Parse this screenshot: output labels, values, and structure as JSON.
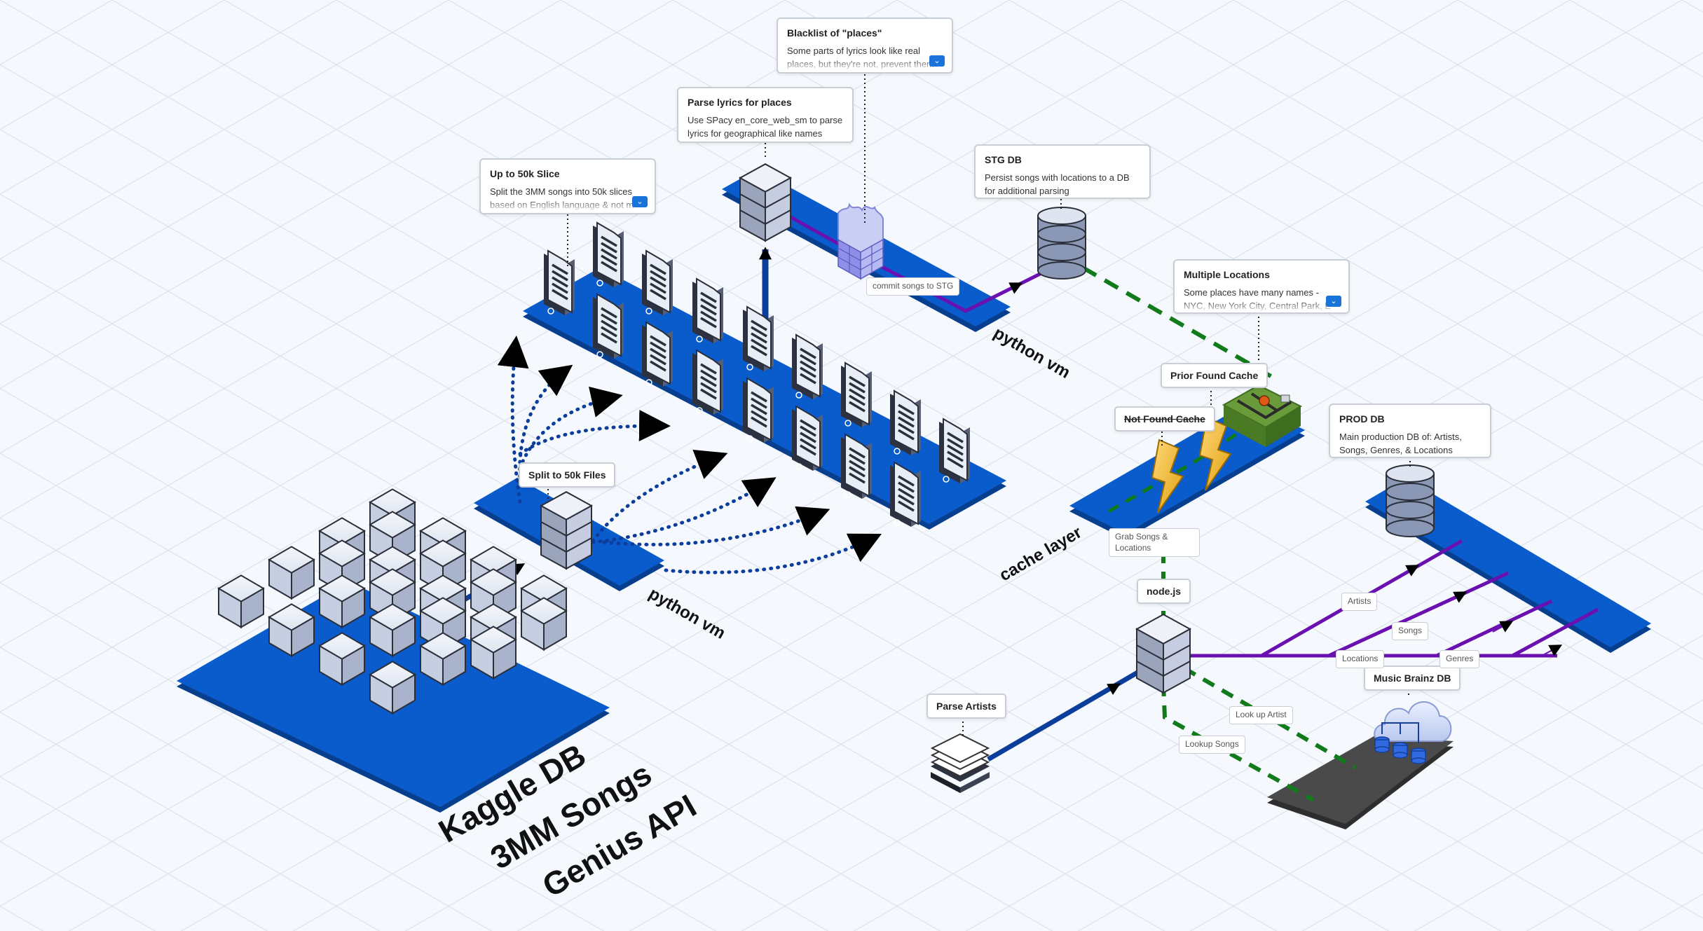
{
  "labels": {
    "kaggle": "Kaggle DB",
    "songs3mm": "3MM Songs",
    "genius": "Genius API",
    "python_vm_1": "python vm",
    "python_vm_2": "python vm",
    "cache_layer": "cache layer"
  },
  "callouts": {
    "blacklist": {
      "title": "Blacklist of \"places\"",
      "desc": "Some parts of lyrics look like real places, but they're not, prevent them"
    },
    "parse_lyrics": {
      "title": "Parse lyrics for places",
      "desc": "Use SPacy en_core_web_sm to parse lyrics for geographical like names"
    },
    "slice": {
      "title": "Up to 50k Slice",
      "desc": "Split the 3MM songs into 50k slices based on English language & not m"
    },
    "stg_db": {
      "title": "STG DB",
      "desc": "Persist songs with locations to a DB for additional parsing"
    },
    "multiple_locations": {
      "title": "Multiple Locations",
      "desc": "Some places have many names - NYC, New York City, Central Park, E"
    },
    "prod_db": {
      "title": "PROD DB",
      "desc": "Main production DB of: Artists, Songs, Genres, & Locations"
    }
  },
  "pills": {
    "split_files": "Split to 50k Files",
    "prior_cache": "Prior Found Cache",
    "not_found_cache": "Not Found Cache",
    "nodejs": "node.js",
    "parse_artists": "Parse Artists",
    "music_brainz": "Music Brainz DB"
  },
  "tags": {
    "commit": "commit songs to STG",
    "grab": "Grab Songs & Locations",
    "artists": "Artists",
    "songs": "Songs",
    "locations": "Locations",
    "genres": "Genres",
    "lookup_artist": "Look up Artist",
    "lookup_songs": "Lookup Songs"
  },
  "colors": {
    "background": "#f5f8fc",
    "grid": "#dde3ea",
    "platform": "#0a5ccc",
    "platform_side": "#073f8e",
    "dark_platform": "#4a4a4a",
    "flow_blue": "#0b3d9a",
    "flow_purple": "#6a10b0",
    "flow_green": "#117a1a",
    "callout_button": "#1a73d9"
  }
}
